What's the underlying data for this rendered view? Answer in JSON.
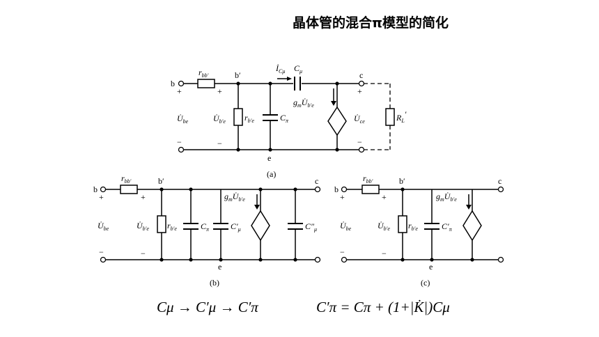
{
  "title": "晶体管的混合π模型的简化",
  "fig_a": {
    "caption": "(a)",
    "node_b": "b",
    "node_bp": "b′",
    "node_c": "c",
    "node_e": "e",
    "r_bb": "r",
    "r_bb_sub": "bb′",
    "r_be": "r",
    "r_be_sub": "b′e",
    "c_pi": "C",
    "c_pi_sub": "π",
    "c_mu": "C",
    "c_mu_sub": "μ",
    "i_c": "İ",
    "i_c_sub": "Cμ",
    "gm": "g",
    "gm_sub": "m",
    "gm_u": "U̇",
    "gm_u_sub": "b′e",
    "u_be": "U̇",
    "u_be_sub": "be",
    "u_bpe": "U̇",
    "u_bpe_sub": "b′e",
    "u_ce": "U̇",
    "u_ce_sub": "ce",
    "rl": "R",
    "rl_sub": "L",
    "rl_prime": "′",
    "plus": "+",
    "minus": "−"
  },
  "fig_b": {
    "caption": "(b)",
    "node_b": "b",
    "node_bp": "b′",
    "node_c": "c",
    "node_e": "e",
    "r_bb": "r",
    "r_bb_sub": "bb′",
    "r_be": "r",
    "r_be_sub": "b′e",
    "c_pi": "C",
    "c_pi_sub": "π",
    "c_mu1": "C′",
    "c_mu1_sub": "μ",
    "c_mu2": "C″",
    "c_mu2_sub": "μ",
    "gm": "g",
    "gm_sub": "m",
    "gm_u": "U̇",
    "gm_u_sub": "b′e",
    "u_be": "U̇",
    "u_be_sub": "be",
    "u_bpe": "U̇",
    "u_bpe_sub": "b′e",
    "plus": "+",
    "minus": "−"
  },
  "fig_c": {
    "caption": "(c)",
    "node_b": "b",
    "node_bp": "b′",
    "node_c": "c",
    "node_e": "e",
    "r_bb": "r",
    "r_bb_sub": "bb′",
    "r_be": "r",
    "r_be_sub": "b′e",
    "c_pi": "C′",
    "c_pi_sub": "π",
    "gm": "g",
    "gm_sub": "m",
    "gm_u": "U̇",
    "gm_u_sub": "b′e",
    "u_be": "U̇",
    "u_be_sub": "be",
    "u_bpe": "U̇",
    "u_bpe_sub": "b′e",
    "plus": "+",
    "minus": "−"
  },
  "equations": {
    "left": "Cμ → C′μ → C′π",
    "right": "C′π = Cπ + (1+|K̇|)Cμ"
  }
}
